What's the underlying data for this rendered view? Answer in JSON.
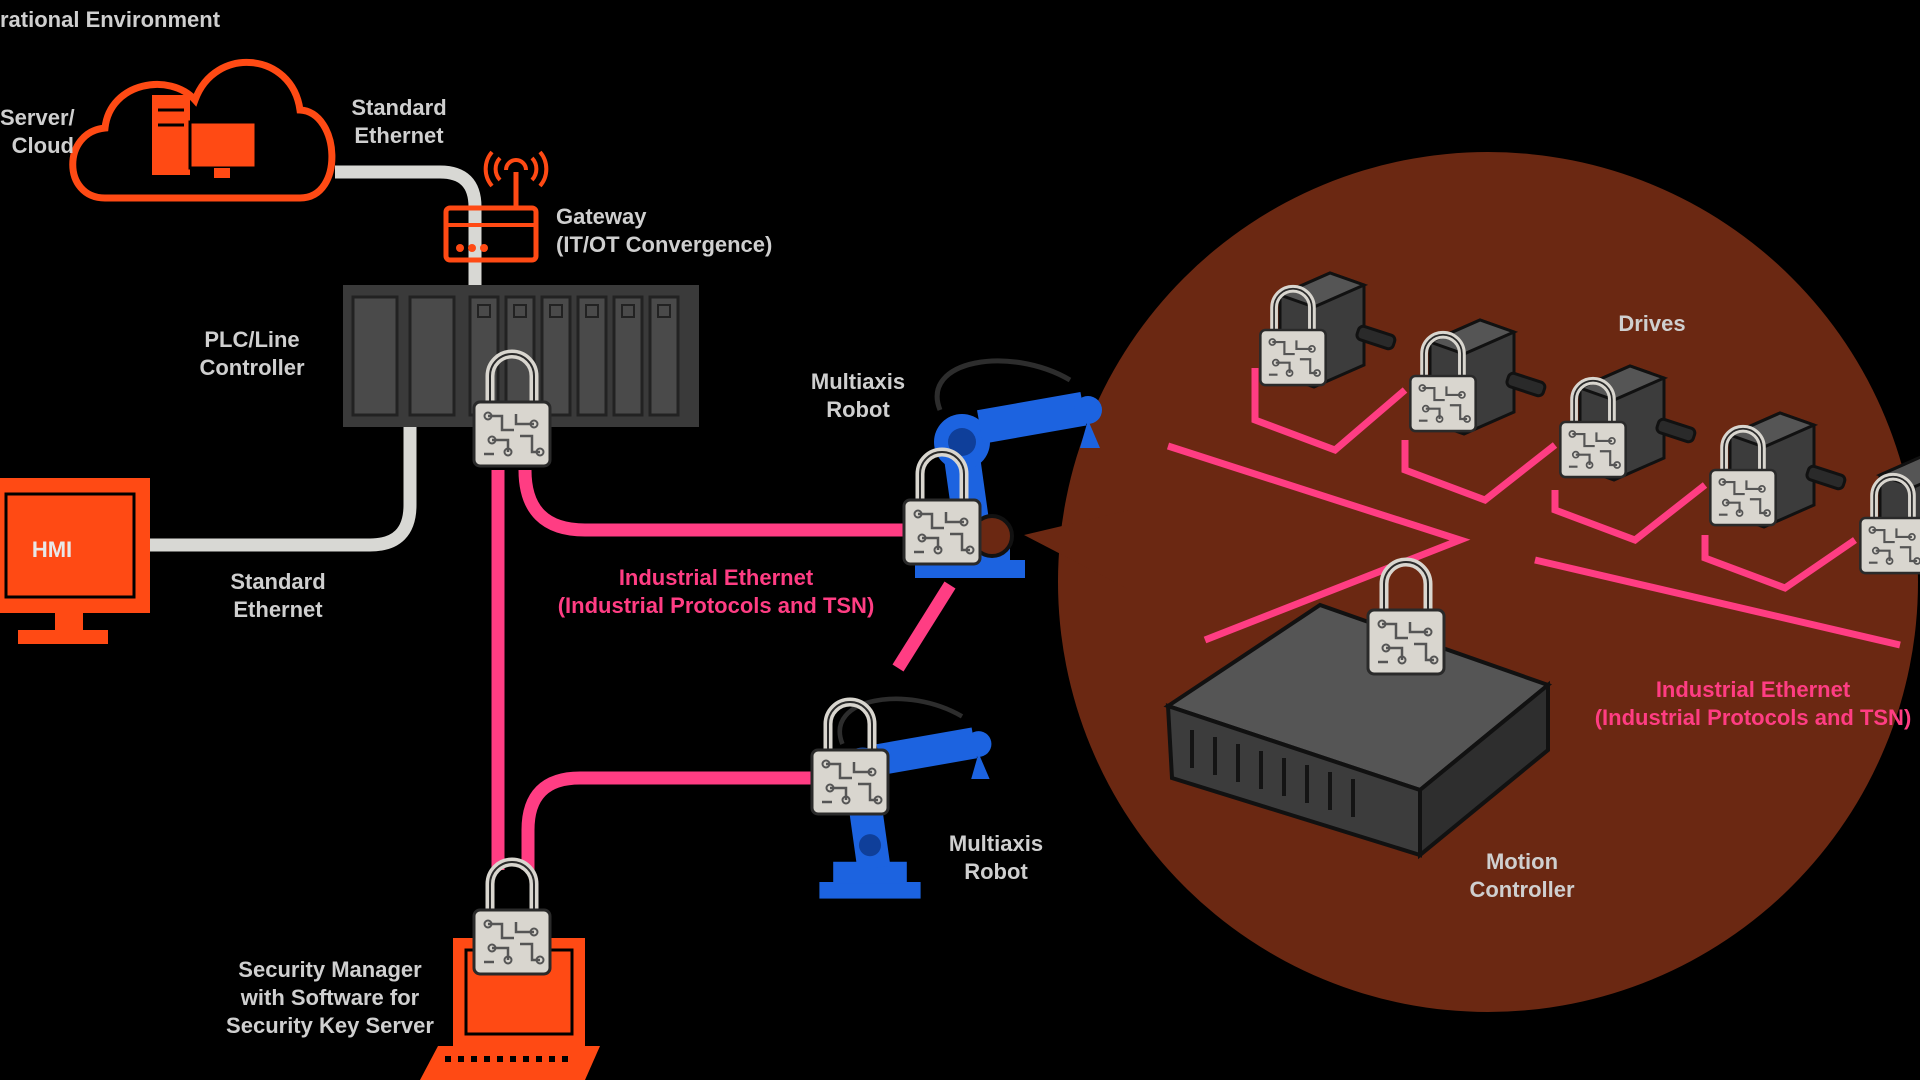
{
  "colors": {
    "background": "#000000",
    "brand_orange": "#ff4a14",
    "ethernet_pink": "#ff3d83",
    "standard_cable": "#d8d8d4",
    "robot_blue": "#1c63e0",
    "zoom_circle": "#6b2812",
    "lock_body": "#d9d6cf",
    "label_text": "#cfcfcf"
  },
  "labels": {
    "ops_env": "rational Environment",
    "server_cloud": [
      "Server/",
      "Cloud"
    ],
    "std_eth_top": [
      "Standard",
      "Ethernet"
    ],
    "gateway": [
      "Gateway",
      "(IT/OT Convergence)"
    ],
    "plc": [
      "PLC/Line",
      "Controller"
    ],
    "hmi": "HMI",
    "std_eth_bottom": [
      "Standard",
      "Ethernet"
    ],
    "robot_top": [
      "Multiaxis",
      "Robot"
    ],
    "industrial_eth_center": [
      "Industrial Ethernet",
      "(Industrial Protocols and TSN)"
    ],
    "robot_bottom": [
      "Multiaxis",
      "Robot"
    ],
    "security_manager": [
      "Security Manager",
      "with Software for",
      "Security Key Server"
    ],
    "drives": "Drives",
    "industrial_eth_right": [
      "Industrial Ethernet",
      "(Industrial Protocols and TSN)"
    ],
    "motion_controller": [
      "Motion",
      "Controller"
    ]
  },
  "icons": [
    "cloud-server-icon",
    "router-antenna-icon",
    "plc-rack-icon",
    "monitor-icon",
    "laptop-icon",
    "robot-arm-icon",
    "padlock-circuit-icon",
    "servo-drive-icon",
    "motion-controller-box-icon"
  ]
}
